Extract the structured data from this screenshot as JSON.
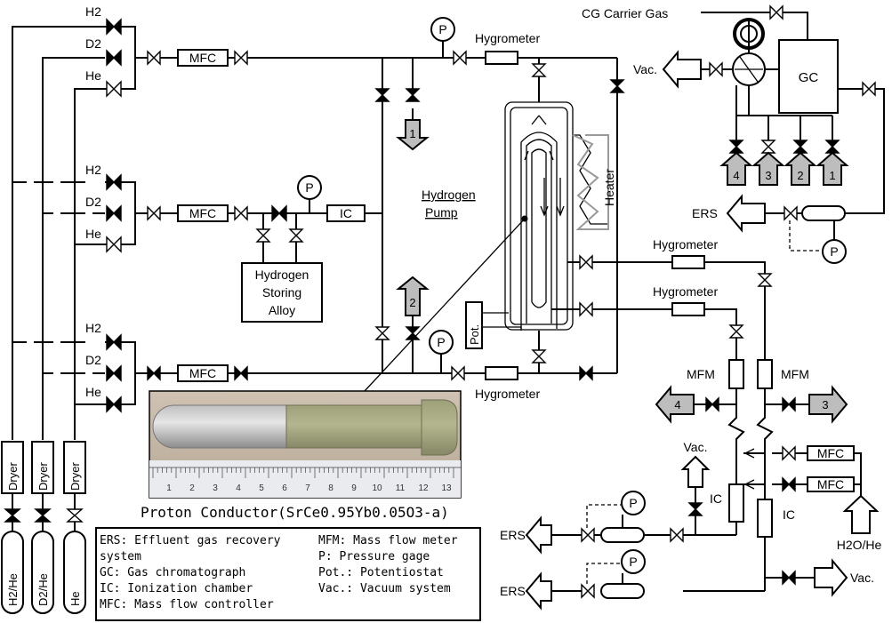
{
  "gases": {
    "h2": "H2",
    "d2": "D2",
    "he": "He",
    "carrier": "CG Carrier Gas",
    "h2o_he": "H2O/He"
  },
  "cylinders": [
    "H2/He",
    "D2/He",
    "He"
  ],
  "dryer": "Dryer",
  "equipment": {
    "mfc": "MFC",
    "mfm": "MFM",
    "ic": "IC",
    "gc": "GC",
    "p": "P",
    "pot": "Pot.",
    "heater": "Heater",
    "hygrometer": "Hygrometer",
    "vac": "Vac.",
    "ers": "ERS",
    "storing_alloy": [
      "Hydrogen",
      "Storing",
      "Alloy"
    ],
    "pump": [
      "Hydrogen",
      "Pump"
    ]
  },
  "ports": [
    "1",
    "2",
    "3",
    "4"
  ],
  "photo": {
    "caption": "Proton Conductor(SrCe0.95Yb0.05O3-a)",
    "ruler_ticks": [
      "1",
      "2",
      "3",
      "4",
      "5",
      "6",
      "7",
      "8",
      "9",
      "10",
      "11",
      "12",
      "13"
    ]
  },
  "legend": {
    "left": [
      "ERS: Effluent gas recovery",
      "     system",
      "GC: Gas chromatograph",
      "IC: Ionization chamber",
      "MFC: Mass flow controller"
    ],
    "right": [
      "MFM: Mass flow meter",
      "P: Pressure gage",
      "Pot.: Potentiostat",
      "Vac.: Vacuum system"
    ]
  },
  "colors": {
    "line": "#000000",
    "port_arrow": "#bdbdbd",
    "tube": "#a6a787",
    "heater": "#9a9a9a"
  }
}
